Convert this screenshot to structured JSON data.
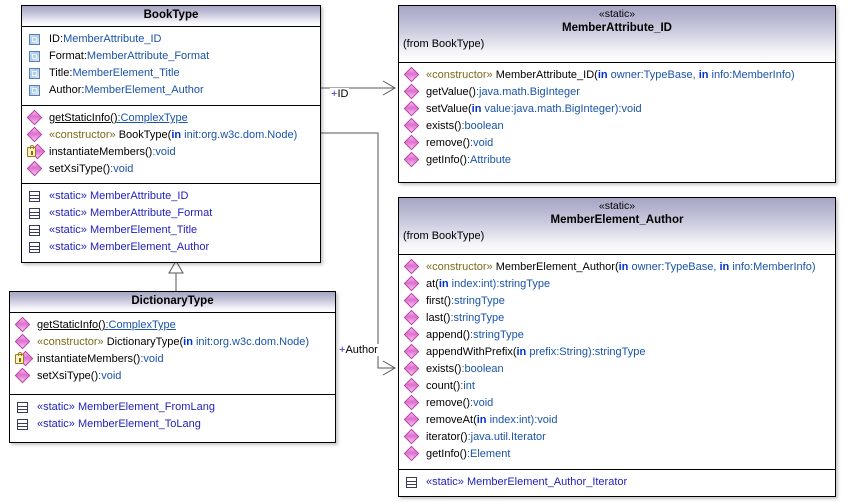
{
  "diagram": {
    "title": "UML Class Diagram",
    "classes": [
      {
        "id": "booktype",
        "name": "BookType",
        "stereotype": "",
        "from": "",
        "attributes": [
          {
            "icon": "attribute-icon",
            "name": "ID:",
            "type": "MemberAttribute_ID"
          },
          {
            "icon": "attribute-icon",
            "name": "Format:",
            "type": "MemberAttribute_Format"
          },
          {
            "icon": "attribute-icon",
            "name": "Title:",
            "type": "MemberElement_Title"
          },
          {
            "icon": "attribute-icon",
            "name": "Author:",
            "type": "MemberElement_Author"
          }
        ],
        "operations": [
          {
            "icon": "operation-icon",
            "static": true,
            "stereotype": "",
            "name": "getStaticInfo()",
            "ret": ":ComplexType"
          },
          {
            "icon": "operation-icon",
            "static": false,
            "stereotype": "«constructor»",
            "name": "BookType(",
            "kw": "in",
            "params": " init:org.w3c.dom.Node)",
            "ret": ""
          },
          {
            "icon": "operation-protected-icon",
            "static": false,
            "stereotype": "",
            "name": "instantiateMembers()",
            "ret": ":void"
          },
          {
            "icon": "operation-icon",
            "static": false,
            "stereotype": "",
            "name": "setXsiType()",
            "ret": ":void"
          }
        ],
        "nested": [
          {
            "icon": "nested-class-icon",
            "stereotype": "«static»",
            "name": "MemberAttribute_ID"
          },
          {
            "icon": "nested-class-icon",
            "stereotype": "«static»",
            "name": "MemberAttribute_Format"
          },
          {
            "icon": "nested-class-icon",
            "stereotype": "«static»",
            "name": "MemberElement_Title"
          },
          {
            "icon": "nested-class-icon",
            "stereotype": "«static»",
            "name": "MemberElement_Author"
          }
        ]
      },
      {
        "id": "dictionarytype",
        "name": "DictionaryType",
        "stereotype": "",
        "from": "",
        "attributes": [],
        "operations": [
          {
            "icon": "operation-icon",
            "static": true,
            "stereotype": "",
            "name": "getStaticInfo()",
            "ret": ":ComplexType"
          },
          {
            "icon": "operation-icon",
            "static": false,
            "stereotype": "«constructor»",
            "name": "DictionaryType(",
            "kw": "in",
            "params": " init:org.w3c.dom.Node)",
            "ret": ""
          },
          {
            "icon": "operation-protected-icon",
            "static": false,
            "stereotype": "",
            "name": "instantiateMembers()",
            "ret": ":void"
          },
          {
            "icon": "operation-icon",
            "static": false,
            "stereotype": "",
            "name": "setXsiType()",
            "ret": ":void"
          }
        ],
        "nested": [
          {
            "icon": "nested-class-icon",
            "stereotype": "«static»",
            "name": "MemberElement_FromLang"
          },
          {
            "icon": "nested-class-icon",
            "stereotype": "«static»",
            "name": "MemberElement_ToLang"
          }
        ]
      },
      {
        "id": "memberattribute_id",
        "name": "MemberAttribute_ID",
        "stereotype": "«static»",
        "from": "(from BookType)",
        "attributes": [],
        "operations": [
          {
            "icon": "operation-icon",
            "static": false,
            "stereotype": "«constructor»",
            "name": "MemberAttribute_ID(",
            "kw": "in",
            "params": " owner:TypeBase, ",
            "kw2": "in",
            "params2": " info:MemberInfo)",
            "ret": ""
          },
          {
            "icon": "operation-icon",
            "static": false,
            "stereotype": "",
            "name": "getValue()",
            "ret": ":java.math.BigInteger"
          },
          {
            "icon": "operation-icon",
            "static": false,
            "stereotype": "",
            "name": "setValue(",
            "kw": "in",
            "params": " value:java.math.BigInteger)",
            "ret": ":void"
          },
          {
            "icon": "operation-icon",
            "static": false,
            "stereotype": "",
            "name": "exists()",
            "ret": ":boolean"
          },
          {
            "icon": "operation-icon",
            "static": false,
            "stereotype": "",
            "name": "remove()",
            "ret": ":void"
          },
          {
            "icon": "operation-icon",
            "static": false,
            "stereotype": "",
            "name": "getInfo()",
            "ret": ":Attribute"
          }
        ],
        "nested": []
      },
      {
        "id": "memberelement_author",
        "name": "MemberElement_Author",
        "stereotype": "«static»",
        "from": "(from BookType)",
        "attributes": [],
        "operations": [
          {
            "icon": "operation-icon",
            "static": false,
            "stereotype": "«constructor»",
            "name": "MemberElement_Author(",
            "kw": "in",
            "params": " owner:TypeBase, ",
            "kw2": "in",
            "params2": " info:MemberInfo)",
            "ret": ""
          },
          {
            "icon": "operation-icon",
            "static": false,
            "stereotype": "",
            "name": "at(",
            "kw": "in",
            "params": " index:int)",
            "ret": ":stringType"
          },
          {
            "icon": "operation-icon",
            "static": false,
            "stereotype": "",
            "name": "first()",
            "ret": ":stringType"
          },
          {
            "icon": "operation-icon",
            "static": false,
            "stereotype": "",
            "name": "last()",
            "ret": ":stringType"
          },
          {
            "icon": "operation-icon",
            "static": false,
            "stereotype": "",
            "name": "append()",
            "ret": ":stringType"
          },
          {
            "icon": "operation-icon",
            "static": false,
            "stereotype": "",
            "name": "appendWithPrefix(",
            "kw": "in",
            "params": " prefix:String)",
            "ret": ":stringType"
          },
          {
            "icon": "operation-icon",
            "static": false,
            "stereotype": "",
            "name": "exists()",
            "ret": ":boolean"
          },
          {
            "icon": "operation-icon",
            "static": false,
            "stereotype": "",
            "name": "count()",
            "ret": ":int"
          },
          {
            "icon": "operation-icon",
            "static": false,
            "stereotype": "",
            "name": "remove()",
            "ret": ":void"
          },
          {
            "icon": "operation-icon",
            "static": false,
            "stereotype": "",
            "name": "removeAt(",
            "kw": "in",
            "params": " index:int)",
            "ret": ":void"
          },
          {
            "icon": "operation-icon",
            "static": false,
            "stereotype": "",
            "name": "iterator()",
            "ret": ":java.util.Iterator"
          },
          {
            "icon": "operation-icon",
            "static": false,
            "stereotype": "",
            "name": "getInfo()",
            "ret": ":Element"
          }
        ],
        "nested": [
          {
            "icon": "nested-class-icon",
            "stereotype": "«static»",
            "name": "MemberElement_Author_Iterator"
          }
        ]
      }
    ],
    "connectors": [
      {
        "id": "assoc-id",
        "label_visibility": "+",
        "label_role": "ID",
        "kind": "association",
        "from": "BookType",
        "to": "MemberAttribute_ID"
      },
      {
        "id": "assoc-author",
        "label_visibility": "+",
        "label_role": "Author",
        "kind": "association",
        "from": "BookType",
        "to": "MemberElement_Author"
      },
      {
        "id": "generalization-dictionary",
        "label_visibility": "",
        "label_role": "",
        "kind": "generalization",
        "from": "DictionaryType",
        "to": "BookType"
      }
    ]
  },
  "colors": {
    "header_gradient_top": "#a6a6c4",
    "header_gradient_bottom": "#ffffff",
    "type_text": "#1a53a8",
    "keyword_text": "#0033cc",
    "stereotype_text": "#7a6a16",
    "nested_text": "#2222bb",
    "operation_icon": "#e06ed0",
    "attribute_icon": "#a9cbe8",
    "lock_icon": "#fff3c4",
    "border": "#000000",
    "background": "#ffffff"
  }
}
